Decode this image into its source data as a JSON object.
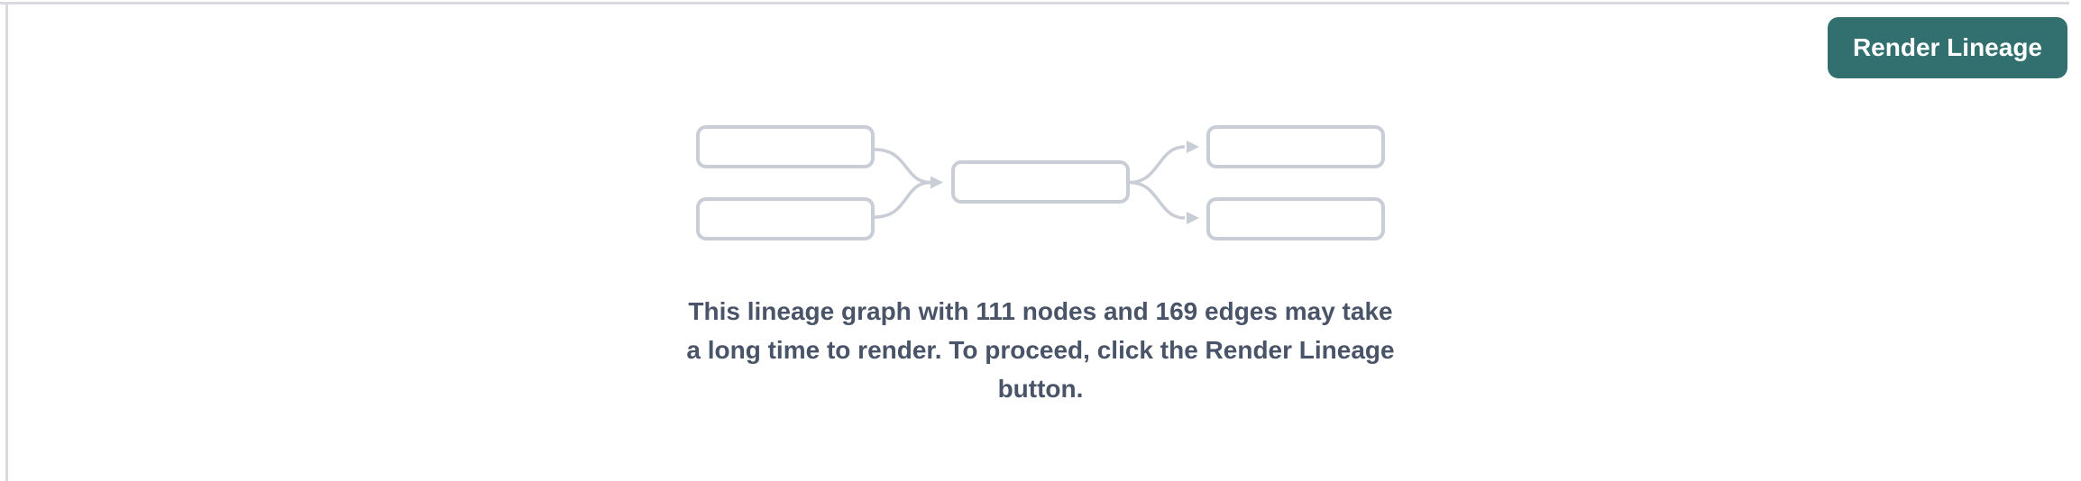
{
  "theme": {
    "accent_teal": "#31706f",
    "node_stroke": "#c9cdd6",
    "message_color": "#4a5468",
    "panel_border": "#d9dadd",
    "panel_bg": "#ffffff"
  },
  "toolbar": {
    "render_lineage_label": "Render Lineage"
  },
  "empty_state": {
    "node_count": "111",
    "edge_count": "169",
    "message_lines": [
      "This lineage graph with 111 nodes and 169 edges may take",
      "a long time to render. To proceed, click the Render Lineage",
      "button."
    ],
    "graphic": {
      "name": "lineage-graph-placeholder",
      "node_boxes": 5,
      "edges": 4
    }
  }
}
